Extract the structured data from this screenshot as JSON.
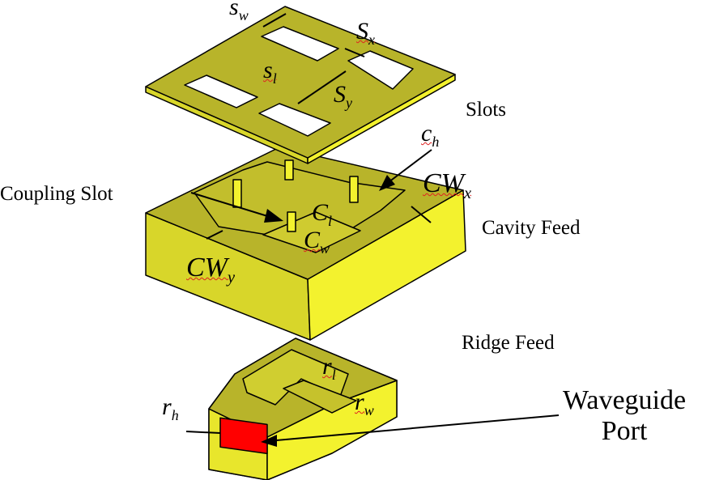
{
  "colors": {
    "top_face": "#b8b42a",
    "side_light": "#f3f22e",
    "side_dark": "#d8d62a",
    "port": "#ff0000",
    "outline": "#000000"
  },
  "labels": {
    "s_w": {
      "base": "s",
      "sub": "w"
    },
    "S_x": {
      "base": "S",
      "sub": "x"
    },
    "s_l": {
      "base": "s",
      "sub": "l"
    },
    "S_y": {
      "base": "S",
      "sub": "y"
    },
    "slots": "Slots",
    "c_h": {
      "base": "c",
      "sub": "h"
    },
    "CW_x": {
      "base": "CW",
      "sub": "x"
    },
    "coupling_slot": "Coupling Slot",
    "C_l": {
      "base": "C",
      "sub": "l"
    },
    "C_w": {
      "base": "C",
      "sub": "w"
    },
    "cavity_feed": "Cavity Feed",
    "CW_y": {
      "base": "CW",
      "sub": "y"
    },
    "ridge_feed": "Ridge Feed",
    "r_l": {
      "base": "r",
      "sub": "l"
    },
    "r_w": {
      "base": "r",
      "sub": "w"
    },
    "r_h": {
      "base": "r",
      "sub": "h"
    },
    "waveguide_port_line1": "Waveguide",
    "waveguide_port_line2": "Port"
  }
}
